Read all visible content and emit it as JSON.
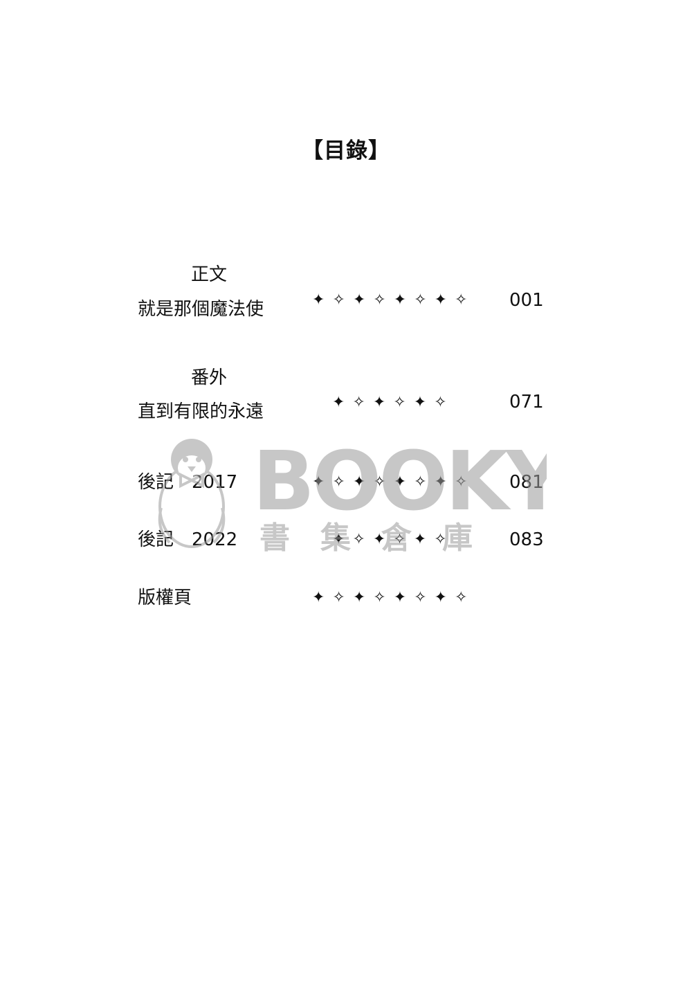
{
  "page": {
    "title": "【目錄】"
  },
  "toc": {
    "section_main_label": "正文",
    "main_item_title": "就是那個魔法使",
    "main_item_stars": "✦ ✧ ✦ ✧ ✦ ✧ ✦ ✧",
    "main_item_page": "001",
    "section_extra_label": "番外",
    "extra_item_title": "直到有限的永遠",
    "extra_item_stars": "✦ ✧ ✦ ✧ ✦ ✧",
    "extra_item_page": "071",
    "afterword1_title": "後記　2017",
    "afterword1_stars": "✦ ✧ ✦ ✧ ✦ ✧ ✦ ✧",
    "afterword1_page": "081",
    "afterword2_title": "後記　2022",
    "afterword2_stars": "✦ ✧ ✦ ✧ ✦ ✧",
    "afterword2_page": "083",
    "copyright_title": "版權頁",
    "copyright_stars": "✦ ✧ ✦ ✧ ✦ ✧ ✦ ✧"
  },
  "watermark": {
    "brand": "BOOKY",
    "subtitle": "書　集　倉　庫",
    "icon": "penguin-logo-icon",
    "color": "#9a9a9a"
  }
}
